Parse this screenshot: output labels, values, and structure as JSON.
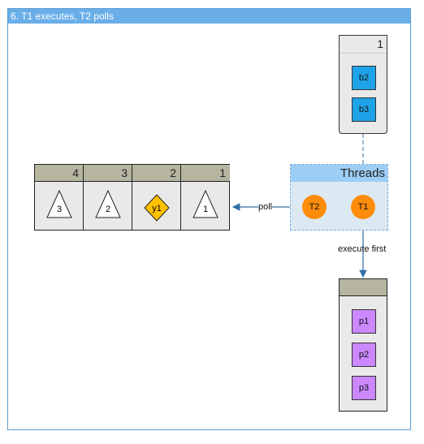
{
  "title": "6. T1 executes, T2 polls",
  "stack": {
    "header": "1",
    "items": [
      "b2",
      "b3"
    ]
  },
  "queue": {
    "cells": [
      {
        "header": "4",
        "shape": "triangle",
        "label": "3"
      },
      {
        "header": "3",
        "shape": "triangle",
        "label": "2"
      },
      {
        "header": "2",
        "shape": "diamond",
        "label": "y1"
      },
      {
        "header": "1",
        "shape": "triangle",
        "label": "1"
      }
    ]
  },
  "threads": {
    "header": "Threads",
    "items": [
      "T2",
      "T1"
    ]
  },
  "edges": {
    "poll": "poll",
    "execute": "execute first"
  },
  "pool": {
    "items": [
      "p1",
      "p2",
      "p3"
    ]
  },
  "colors": {
    "frame": "#5b9bd5",
    "task_box": "#1fa3e8",
    "thread": "#ff8c0a",
    "diamond": "#ffc000",
    "process": "#cc88ff",
    "arrow": "#2f6fa6"
  }
}
